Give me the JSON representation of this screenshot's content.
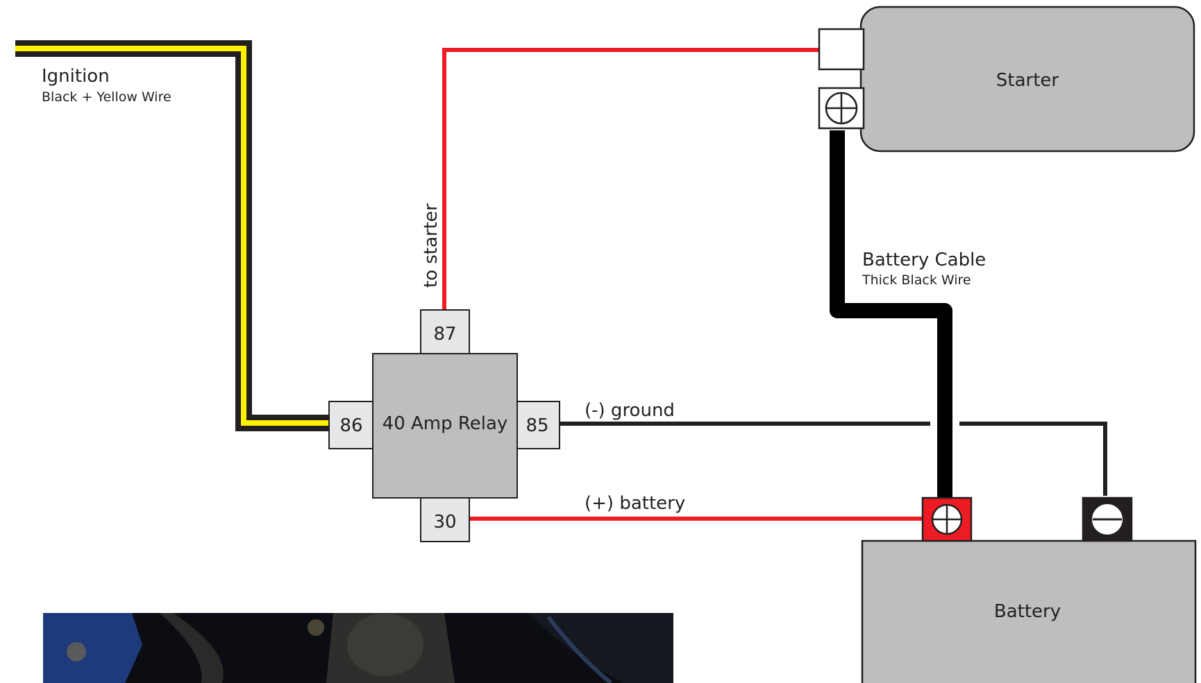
{
  "ignition": {
    "title": "Ignition",
    "subtitle": "Black + Yellow Wire"
  },
  "relay": {
    "label": "40 Amp Relay",
    "pin_86": "86",
    "pin_85": "85",
    "pin_87": "87",
    "pin_30": "30"
  },
  "wires": {
    "to_starter": "to starter",
    "ground": "(-) ground",
    "battery_pos": "(+) battery"
  },
  "starter": {
    "label": "Starter"
  },
  "battery_cable": {
    "title": "Battery Cable",
    "subtitle": "Thick Black Wire"
  },
  "battery": {
    "label": "Battery"
  },
  "colors": {
    "red_wire": "#ed1c24",
    "yellow_wire": "#fff200",
    "black_wire": "#231f20",
    "component_gray": "#bcbec0",
    "pin_gray": "#e6e7e8",
    "positive_terminal": "#ed1c24",
    "negative_terminal": "#231f20"
  },
  "icons": {
    "plus_terminal": "plus-circle-icon",
    "minus_terminal": "minus-circle-icon"
  }
}
